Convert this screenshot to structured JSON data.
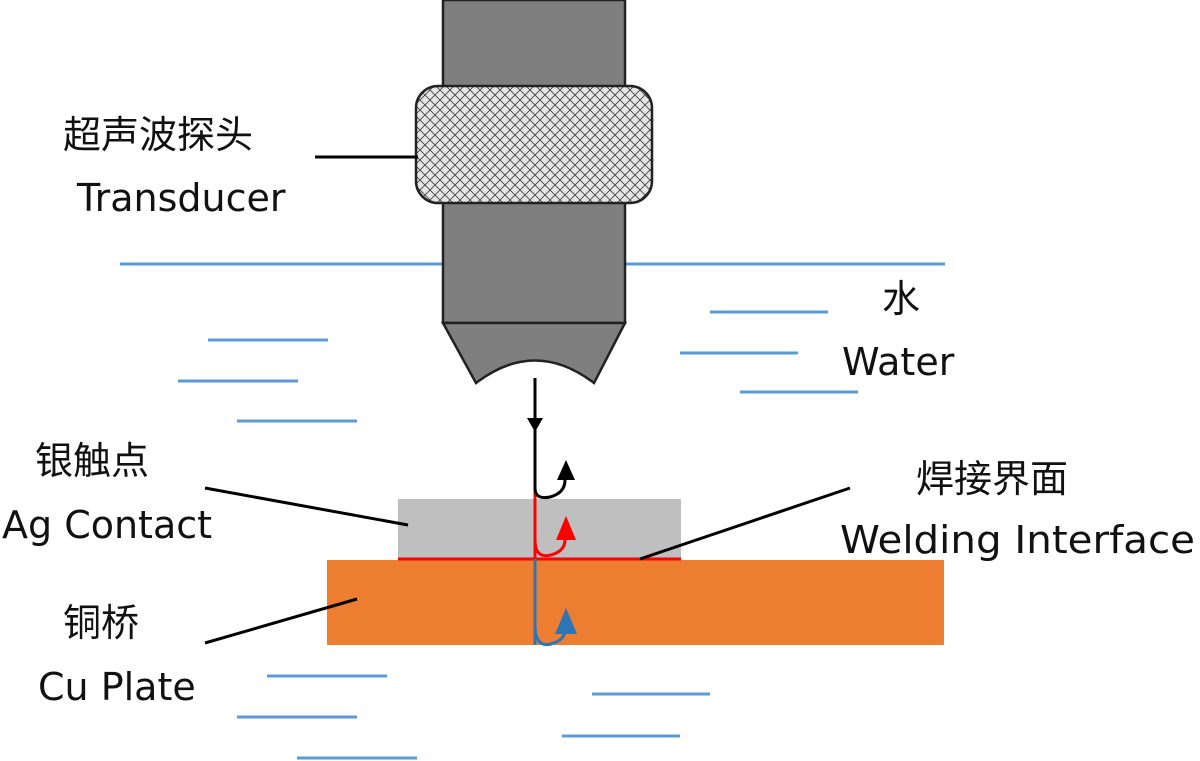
{
  "labels": {
    "transducer_cn": "超声波探头",
    "transducer_en": "Transducer",
    "water_cn": "水",
    "water_en": "Water",
    "ag_contact_cn": "银触点",
    "ag_contact_en": "Ag Contact",
    "welding_interface_cn": "焊接界面",
    "welding_interface_en": "Welding Interface",
    "cu_plate_cn": "铜桥",
    "cu_plate_en": "Cu Plate"
  },
  "colors": {
    "transducer_body": "#7f7f7f",
    "transducer_band": "#e6e6e6",
    "water_lines": "#5b9bd5",
    "ag_contact": "#bfbfbf",
    "cu_plate": "#ed7d31",
    "interface_line": "#ff0000",
    "incident_wave": "#000000",
    "reflection_surface": "#000000",
    "reflection_interface": "#ff0000",
    "reflection_bottom": "#2e75b6"
  }
}
